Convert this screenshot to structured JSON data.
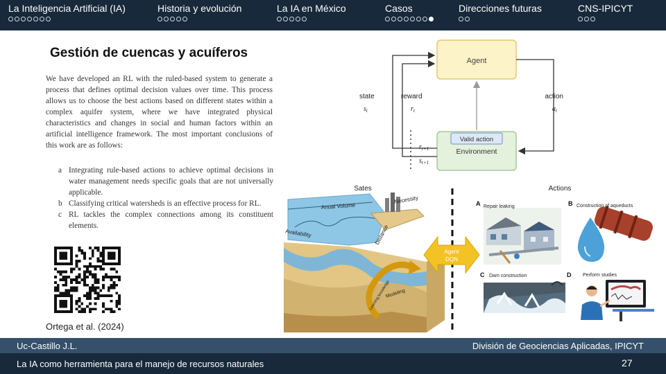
{
  "nav": {
    "sections": [
      {
        "label": "La Inteligencia Artificial (IA)",
        "dots": 7,
        "active": -1
      },
      {
        "label": "Historia y evolución",
        "dots": 5,
        "active": -1
      },
      {
        "label": "La IA en México",
        "dots": 5,
        "active": -1
      },
      {
        "label": "Casos",
        "dots": 8,
        "active": 7
      },
      {
        "label": "Direcciones futuras",
        "dots": 2,
        "active": -1
      },
      {
        "label": "CNS-IPICYT",
        "dots": 3,
        "active": -1
      }
    ]
  },
  "slide": {
    "title": "Gestión de cuencas y acuíferos",
    "paragraph": "We have developed an RL with the ruled-based system to generate a process that defines optimal decision values over time. This process allows us to choose the best actions based on different states within a complex aquifer system, where we have integrated physical characteristics and changes in social and human factors within an artificial intelligence framework. The most important conclusions of this work are as follows:",
    "conclusions": [
      {
        "marker": "a",
        "text": "Integrating rule-based actions to achieve optimal decisions in water management needs specific goals that are not universally applicable."
      },
      {
        "marker": "b",
        "text": "Classifying critical watersheds is an effective process for RL."
      },
      {
        "marker": "c",
        "text": "RL tackles the complex connections among its constituent elements."
      }
    ],
    "citation": "Ortega et al. (2024)"
  },
  "diagram": {
    "agent": "Agent",
    "environment": "Environment",
    "valid_action": "Valid action",
    "state": "state",
    "state_sym": "s",
    "state_sub": "t",
    "reward": "reward",
    "reward_sym": "r",
    "reward_sub": "t",
    "action": "action",
    "action_sym": "a",
    "action_sub": "t",
    "r_next_sym": "r",
    "r_next_sub": "t+1",
    "s_next_sym": "s",
    "s_next_sub": "t+1",
    "colors": {
      "box_fill": "#fdf3c9",
      "box_stroke": "#e3c96a",
      "env_fill": "#e4f1dc",
      "env_stroke": "#a8c89a",
      "valid_fill": "#dde8f6",
      "valid_stroke": "#6a8fc8"
    }
  },
  "illustration": {
    "sates": "Sates",
    "actions": "Actions",
    "anual_volume": "Anual Volume",
    "necessity": "Necessity",
    "availability": "Availability",
    "distance": "Distance",
    "modeling": "Modeling",
    "knowledge": "Learning knowledge",
    "agent_label": "Agent",
    "agent_sub": "DQN",
    "a_label": "A",
    "a_text": "Repair leaking",
    "b_label": "B",
    "b_text": "Construction of aqueducts",
    "c_label": "C",
    "c_text": "Dam construction",
    "d_label": "D",
    "d_text": "Perform studies"
  },
  "footer": {
    "author": "Uc-Castillo J.L.",
    "division": "División de Geociencias Aplicadas, IPICYT",
    "subtitle": "La IA como herramienta para el manejo de recursos naturales",
    "page": "27"
  }
}
